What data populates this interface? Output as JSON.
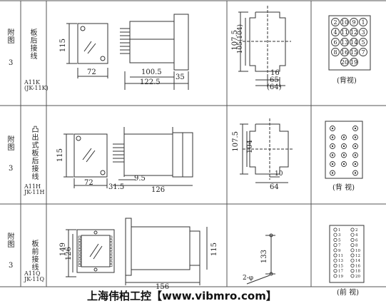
{
  "rows": [
    {
      "fig_label": "附图",
      "fig_num": "3",
      "mount_type": "板后接线",
      "model": "A11K\n(JK-11K)",
      "dims": {
        "height": "115",
        "width": "72",
        "depth_a": "100.5",
        "depth_b": "122.5",
        "depth_c": "35",
        "side_h1": "107.5",
        "side_h2": "105(104)",
        "side_w1": "16",
        "side_w2": "65",
        "side_w3": "(64)"
      },
      "view_label": "(背视)",
      "terminals": [
        "1",
        "2",
        "3",
        "4",
        "5",
        "6",
        "7",
        "8",
        "9",
        "10",
        "11",
        "12",
        "13",
        "14",
        "15",
        "16",
        "17",
        "18",
        "19",
        "20"
      ]
    },
    {
      "fig_label": "附图",
      "fig_num": "3",
      "mount_type": "凸出式板后接线",
      "model": "A11H\nJK-11H",
      "dims": {
        "height": "115",
        "width": "72",
        "depth_a": "31.5",
        "depth_b": "9.5",
        "depth_c": "126",
        "side_h1": "107.5",
        "side_h2": "104",
        "side_w1": "10",
        "side_w2": "64"
      },
      "view_label": "(背  视)"
    },
    {
      "fig_label": "附图",
      "fig_num": "3",
      "mount_type": "板前接线",
      "model": "A11Q\nJK-11Q",
      "dims": {
        "h1": "149",
        "h2": "126",
        "h3": "115",
        "width": "156",
        "cut_h": "133",
        "hole": "2-φ"
      },
      "view_label": "(前  视)",
      "terminals": [
        "1",
        "2",
        "3",
        "4",
        "5",
        "6",
        "7",
        "8",
        "9",
        "10",
        "11",
        "12",
        "13",
        "14",
        "15",
        "16",
        "17",
        "18",
        "19",
        "20"
      ]
    }
  ],
  "watermark": "上海伟柏工控【www.vibmro.com】"
}
